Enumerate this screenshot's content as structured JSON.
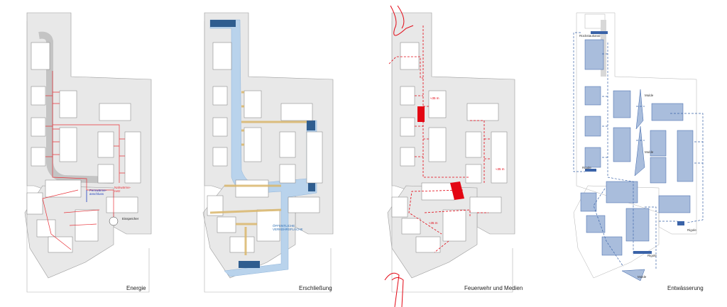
{
  "panels": [
    {
      "id": "energie",
      "caption": "Energie",
      "labels": {
        "fernwaerme": "Fernwärme-\nanschluss",
        "nahwaerme": "Nahwärme-\nnetz",
        "eisspeicher": "Eisspeicher"
      }
    },
    {
      "id": "erschliessung",
      "caption": "Erschließung",
      "labels": {
        "verkehr": "ÖFFENTLICHE\nVERKEHRSFLÄCHE"
      }
    },
    {
      "id": "feuerwehr",
      "caption": "Feuerwehr und Medien",
      "labels": {
        "dist1": "≈35 m",
        "dist2": "≈35 m",
        "dist3": "≈35 m"
      }
    },
    {
      "id": "entwaesserung",
      "caption": "Entwässerung",
      "labels": {
        "rueckstaukanal": "Rückstaukanal",
        "mulde1": "Mulde",
        "mulde2": "Mulde",
        "mulde3": "Mulde",
        "rigole1": "Rigole",
        "rigole2": "Rigole",
        "rigole3": "Rigole"
      }
    }
  ],
  "colors": {
    "site": "#e8e8e8",
    "outline": "#9a9a9a",
    "building": "#ffffff",
    "energy": "#e8333a",
    "access": "#b9d3ec",
    "access_dark": "#2f5d8f",
    "path": "#f1d9a0",
    "fire": "#e30613",
    "water_building": "#a9bddc",
    "water_line": "#3a63a8"
  }
}
